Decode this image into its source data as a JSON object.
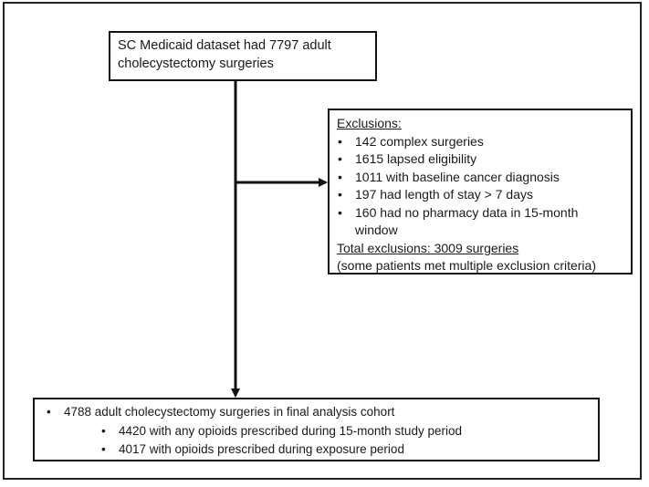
{
  "source": {
    "line1": "SC Medicaid dataset had 7797 adult",
    "line2": "cholecystectomy  surgeries"
  },
  "exclusions": {
    "heading": "Exclusions:",
    "items": [
      "142 complex surgeries",
      "1615  lapsed eligibility",
      "1011 with baseline cancer diagnosis",
      "197 had length of stay > 7 days",
      "160  had no pharmacy data in  15-month window"
    ],
    "total": "Total exclusions: 3009 surgeries",
    "note": "(some patients met multiple exclusion criteria)"
  },
  "final": {
    "main": "4788 adult cholecystectomy surgeries in final analysis cohort",
    "sub": [
      "4420  with any opioids prescribed  during 15-month study period",
      "4017 with opioids prescribed during exposure period"
    ]
  }
}
